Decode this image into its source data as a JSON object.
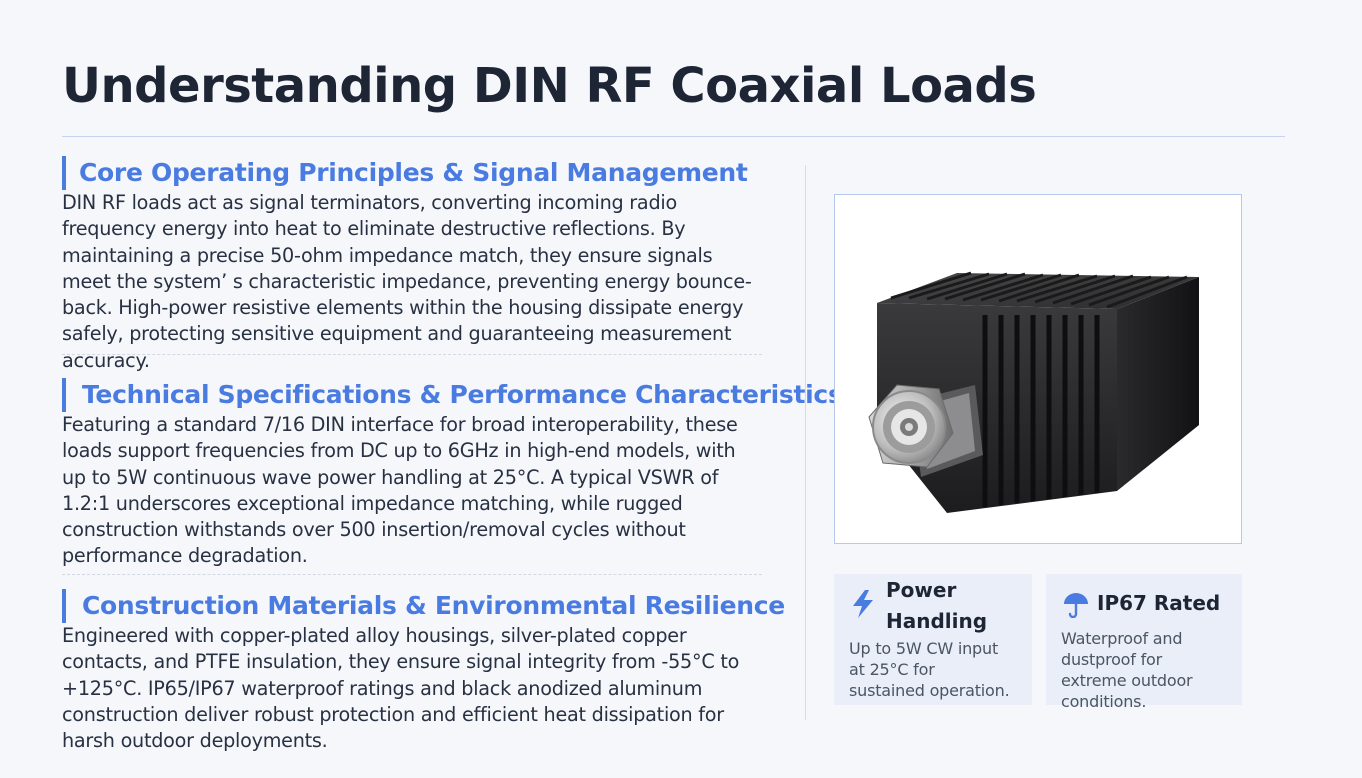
{
  "page": {
    "title": "Understanding DIN RF Coaxial Loads"
  },
  "sections": [
    {
      "heading": "Core Operating Principles & Signal Management",
      "lines": [
        "DIN RF loads act as signal terminators, converting incoming radio",
        "frequency energy into heat to eliminate destructive reflections. By",
        "maintaining a precise 50-ohm impedance match, they ensure signals",
        "meet the system’  s characteristic impedance, preventing energy bounce-",
        "back. High-power resistive elements within the housing dissipate energy",
        "safely, protecting sensitive equipment and guaranteeing measurement",
        "accuracy."
      ]
    },
    {
      "heading": "Technical Specifications & Performance Characteristics",
      "lines": [
        "Featuring a standard 7/16 DIN interface for broad interoperability, these",
        "loads support frequencies from DC up to 6GHz in high-end models, with",
        "up to 5W continuous wave power handling at 25°C. A typical VSWR of",
        "1.2:1 underscores exceptional impedance matching, while rugged",
        "construction withstands over 500 insertion/removal cycles without",
        "performance degradation."
      ]
    },
    {
      "heading": "Construction Materials & Environmental Resilience",
      "lines": [
        "Engineered with copper-plated alloy housings, silver-plated copper",
        "contacts, and PTFE insulation, they ensure signal integrity from -55°C to",
        "+125°C. IP65/IP67 waterproof ratings and black anodized aluminum",
        "construction deliver robust protection and efficient heat dissipation for",
        "harsh outdoor deployments."
      ]
    }
  ],
  "cards": [
    {
      "icon": "lightning-bolt-icon",
      "title_lines": [
        "Power",
        "Handling"
      ],
      "text_lines": [
        "Up to 5W CW input",
        "at 25°C for",
        "sustained operation."
      ]
    },
    {
      "icon": "umbrella-icon",
      "title_lines": [
        "IP67 Rated"
      ],
      "text_lines": [
        "Waterproof and",
        "dustproof for",
        "extreme outdoor",
        "conditions."
      ]
    }
  ],
  "colors": {
    "accent": "#4a7be0",
    "background": "#f5f7fb",
    "card_background": "#e9eef8",
    "title": "#1e2535"
  }
}
